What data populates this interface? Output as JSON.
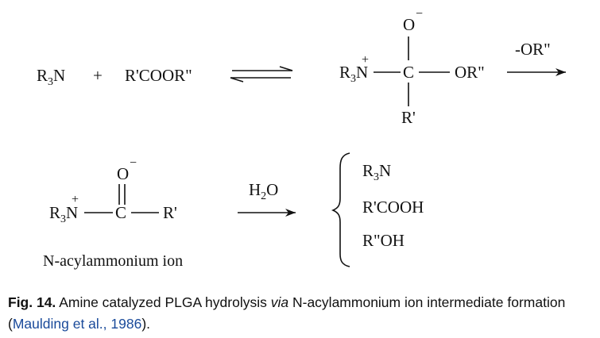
{
  "reaction1": {
    "reactant_amine": [
      "R",
      "3",
      "N"
    ],
    "plus": "+",
    "reactant_ester": "R'COOR\"",
    "intermediate": {
      "oxide": "O",
      "charge_neg": "−",
      "ammonium": [
        "R",
        "3",
        "N"
      ],
      "charge_pos": "+",
      "carbon": "C",
      "leaving": "OR\"",
      "substituent": "R'"
    },
    "arrow_label": "-OR\""
  },
  "reaction2": {
    "acyl": {
      "oxide": "O",
      "charge_neg": "−",
      "ammonium": [
        "R",
        "3",
        "N"
      ],
      "charge_pos": "+",
      "carbon": "C",
      "substituent": "R'"
    },
    "acyl_name": "N-acylammonium ion",
    "arrow_label": [
      "H",
      "2",
      "O"
    ],
    "products": [
      [
        "R",
        "3",
        "N"
      ],
      [
        "R'COOH",
        "",
        ""
      ],
      [
        "R\"OH",
        "",
        ""
      ]
    ]
  },
  "caption": {
    "fig": "Fig. 14.",
    "text1": "Amine catalyzed PLGA hydrolysis",
    "via": "via",
    "text2": "N-acylammonium ion intermediate formation (",
    "ref": "Maulding et al., 1986",
    "text3": ")."
  }
}
